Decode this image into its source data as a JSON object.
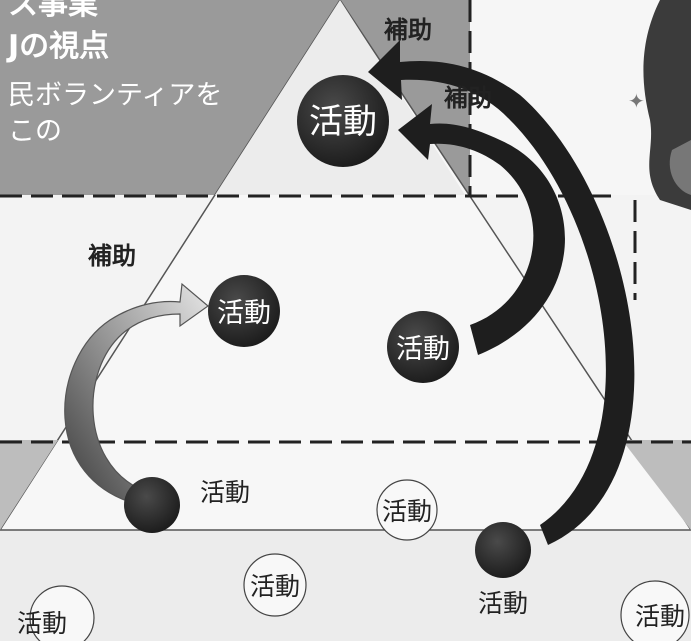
{
  "header": {
    "title_line1": "ス事業",
    "title_line2": "Jの視点",
    "subtitle_line1": "民ボランティアを",
    "subtitle_line2": "この"
  },
  "labels": {
    "hojo_top": "補助",
    "hojo_mid": "補助",
    "hojo_left": "補助",
    "katsudo_top": "活動",
    "katsudo_mid_left": "活動",
    "katsudo_mid_right": "活動",
    "katsudo_low_left_text": "活動",
    "katsudo_low_center": "活動",
    "katsudo_low_right_text": "活動",
    "katsudo_bottom_left": "活動",
    "katsudo_bottom_center": "活動",
    "katsudo_bottom_right": "活動"
  },
  "colors": {
    "dark_node": "#2a2a2a",
    "arrow_dark": "#1e1e1e",
    "arrow_light": "#c8c8c8",
    "header_bg": "#9a9a9a",
    "page_bg": "#efefef",
    "triangle_fill": "#f7f7f7"
  }
}
